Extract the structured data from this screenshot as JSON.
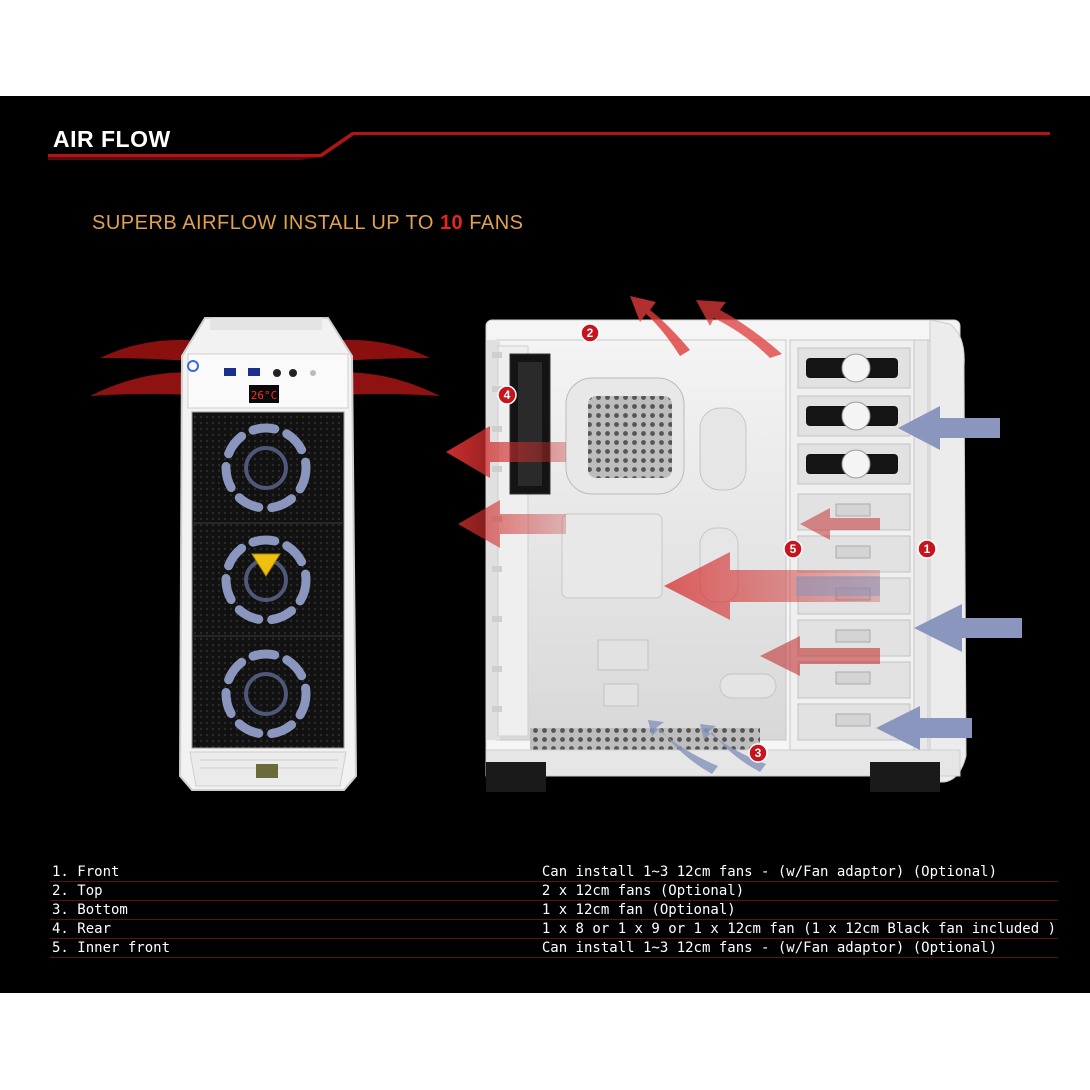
{
  "header": {
    "title": "AIR FLOW",
    "accent_color": "#b01515"
  },
  "headline": {
    "prefix": "SUPERB AIRFLOW INSTALL UP TO ",
    "number": "10",
    "suffix": " FANS"
  },
  "front_case": {
    "temperature_display": "26°C"
  },
  "markers": [
    "1",
    "2",
    "3",
    "4",
    "5"
  ],
  "specs": [
    {
      "label": "1. Front",
      "value": "Can install 1~3 12cm fans - (w/Fan adaptor) (Optional)"
    },
    {
      "label": "2. Top",
      "value": "2 x 12cm fans (Optional)"
    },
    {
      "label": "3. Bottom",
      "value": "1 x 12cm fan (Optional)"
    },
    {
      "label": "4. Rear",
      "value": "1 x 8 or 1 x 9 or 1 x 12cm fan (1 x 12cm Black fan included )"
    },
    {
      "label": "5. Inner front",
      "value": "Can install 1~3 12cm fans - (w/Fan adaptor) (Optional)"
    }
  ],
  "colors": {
    "hot_arrow": "#d83030",
    "cool_arrow": "#8a96bd",
    "marker": "#c8141e",
    "headline": "#e0a24a"
  }
}
